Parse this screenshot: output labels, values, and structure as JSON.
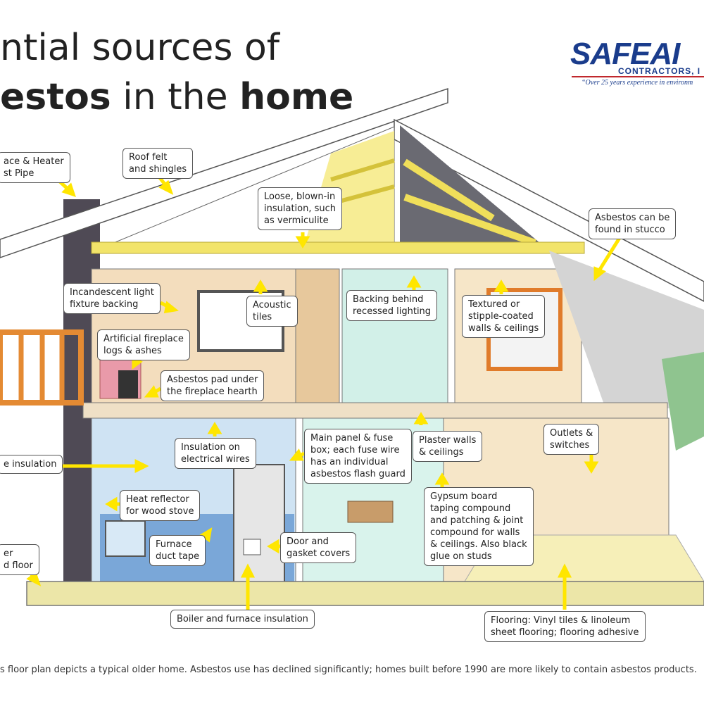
{
  "title": {
    "line1": "ntial sources of",
    "line2_bold1": "estos",
    "line2_mid": " in the ",
    "line2_bold2": "home"
  },
  "logo": {
    "name": "SAFEAI",
    "sub": "CONTRACTORS, I",
    "tagline": "“Over 25 years experience in environm"
  },
  "labels": {
    "furnace_pipe": "ace & Heater\nst Pipe",
    "roof_felt": "Roof felt\nand shingles",
    "loose_insulation": "Loose, blown-in\ninsulation, such\nas vermiculite",
    "stucco": "Asbestos can be\nfound in stucco",
    "light_fixture": "Incandescent light\nfixture backing",
    "acoustic_tiles": "Acoustic\ntiles",
    "recessed_lighting": "Backing behind\nrecessed lighting",
    "textured_walls": "Textured or\nstipple-coated\nwalls & ceilings",
    "fireplace_logs": "Artificial fireplace\nlogs & ashes",
    "hearth_pad": "Asbestos pad under\nthe fireplace hearth",
    "pipe_insulation": "e insulation",
    "electrical_wires": "Insulation on\nelectrical wires",
    "fuse_box": "Main panel & fuse\nbox; each fuse wire\nhas an individual\nasbestos flash guard",
    "plaster": "Plaster walls\n& ceilings",
    "outlets": "Outlets &\nswitches",
    "heat_reflector": "Heat reflector\nfor wood stove",
    "duct_tape": "Furnace\nduct tape",
    "gasket": "Door and\ngasket covers",
    "gypsum": "Gypsum board\ntaping compound\nand patching & joint\ncompound for walls\n& ceilings. Also black\nglue on studs",
    "floor_left": "er\nd floor",
    "boiler": "Boiler and furnace insulation",
    "flooring": "Flooring: Vinyl tiles & linoleum\nsheet flooring; flooring adhesive"
  },
  "footnote": "s floor plan depicts a typical older home. Asbestos use has declined significantly; homes built before 1990 are more likely to contain asbestos products.",
  "colors": {
    "arrow": "#ffe600",
    "roof": "#ffffff",
    "attic_dark": "#5f5f68",
    "insulation": "#f2e46a",
    "wall_tan": "#f3ddbd",
    "wall_blue": "#cfe3f3",
    "wall_mint": "#d2f0e8",
    "wall_cream": "#f6e6c8",
    "floor_blue": "#7aa7d8",
    "floor_band": "#ece6a8",
    "chimney": "#4f4a55",
    "stucco": "#cfcfcf",
    "brick": "#e99aa9",
    "siding": "#8fc48f",
    "deck": "#e48a33",
    "logo_blue": "#1a3c8c",
    "logo_red": "#c0282d"
  }
}
